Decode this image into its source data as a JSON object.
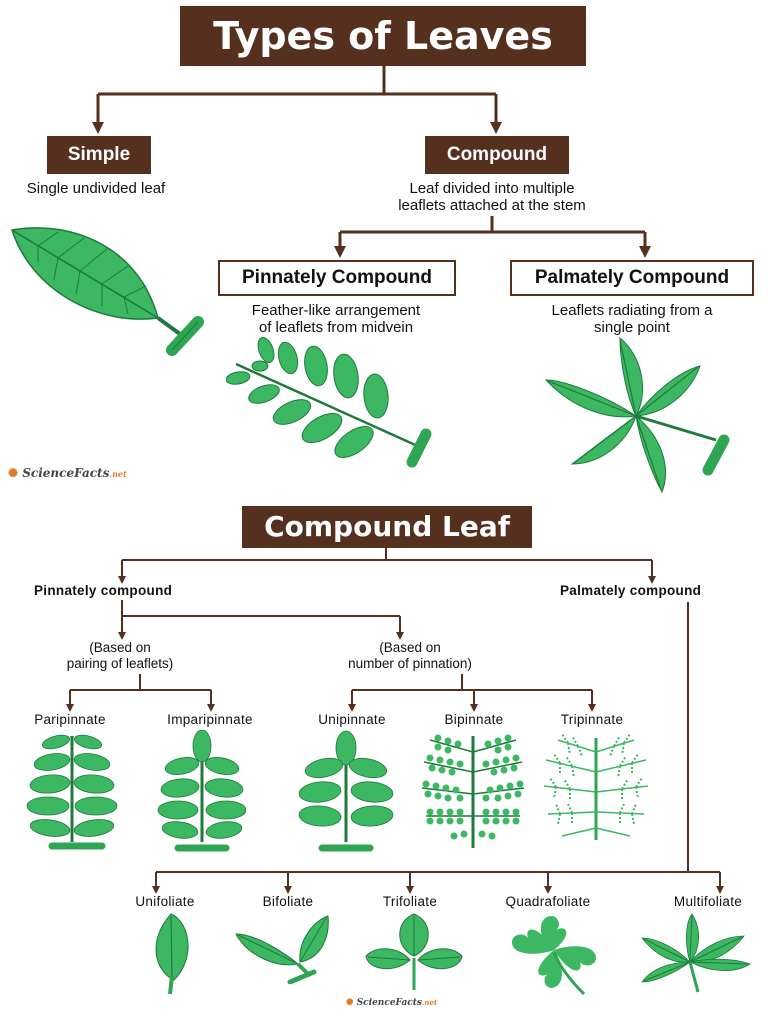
{
  "title": "Types of Leaves",
  "simple": {
    "label": "Simple",
    "desc": "Single undivided leaf"
  },
  "compound": {
    "label": "Compound",
    "desc_line1": "Leaf divided into multiple",
    "desc_line2": "leaflets attached at the stem"
  },
  "pinnately": {
    "label": "Pinnately Compound",
    "desc_line1": "Feather-like arrangement",
    "desc_line2": "of leaflets from midvein"
  },
  "palmately": {
    "label": "Palmately Compound",
    "desc_line1": "Leaflets radiating from a",
    "desc_line2": "single point"
  },
  "logo": {
    "text": "ScienceFacts",
    "suffix": ".net"
  },
  "compound_leaf": {
    "title": "Compound Leaf",
    "pinnately_label": "Pinnately compound",
    "palmately_label": "Palmately compound",
    "pairing_line1": "(Based on",
    "pairing_line2": "pairing of leaflets)",
    "pinnation_line1": "(Based on",
    "pinnation_line2": "number of pinnation)",
    "pinnate_types": [
      "Paripinnate",
      "Imparipinnate",
      "Unipinnate",
      "Bipinnate",
      "Tripinnate"
    ],
    "palmate_types": [
      "Unifoliate",
      "Bifoliate",
      "Trifoliate",
      "Quadrafoliate",
      "Multifoliate"
    ]
  },
  "colors": {
    "brown": "#55301f",
    "leaf": "#3cb862",
    "leaf_dark": "#1e7a3a"
  }
}
